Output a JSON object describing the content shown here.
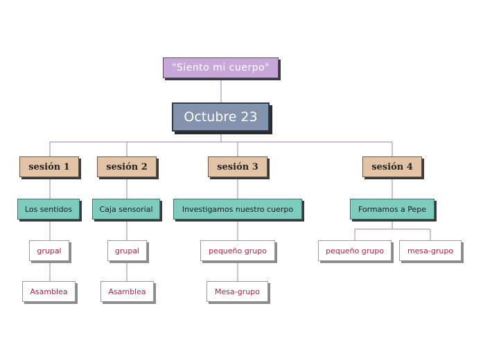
{
  "root": {
    "title": "\"Siento mi cuerpo\""
  },
  "main": {
    "label": "Octubre 23"
  },
  "sessions": [
    {
      "label": "sesión 1",
      "topic": "Los sentidos",
      "leaves": [
        "grupal",
        "Asamblea"
      ]
    },
    {
      "label": "sesión 2",
      "topic": "Caja sensorial",
      "leaves": [
        "grupal",
        "Asamblea"
      ]
    },
    {
      "label": "sesión 3",
      "topic": "Investigamos nuestro cuerpo",
      "leaves": [
        "pequeño grupo",
        "Mesa-grupo"
      ]
    },
    {
      "label": "sesión 4",
      "topic": "Formamos a Pepe",
      "leaves": [
        "pequeño grupo",
        "mesa-grupo"
      ]
    }
  ],
  "colors": {
    "line": "#9c7fb0",
    "title_fill": "#c7a8d8",
    "main_fill": "#8293ab",
    "session_fill": "#e2c3a6",
    "topic_fill": "#7fccbf",
    "leaf_text": "#b01f3d"
  }
}
